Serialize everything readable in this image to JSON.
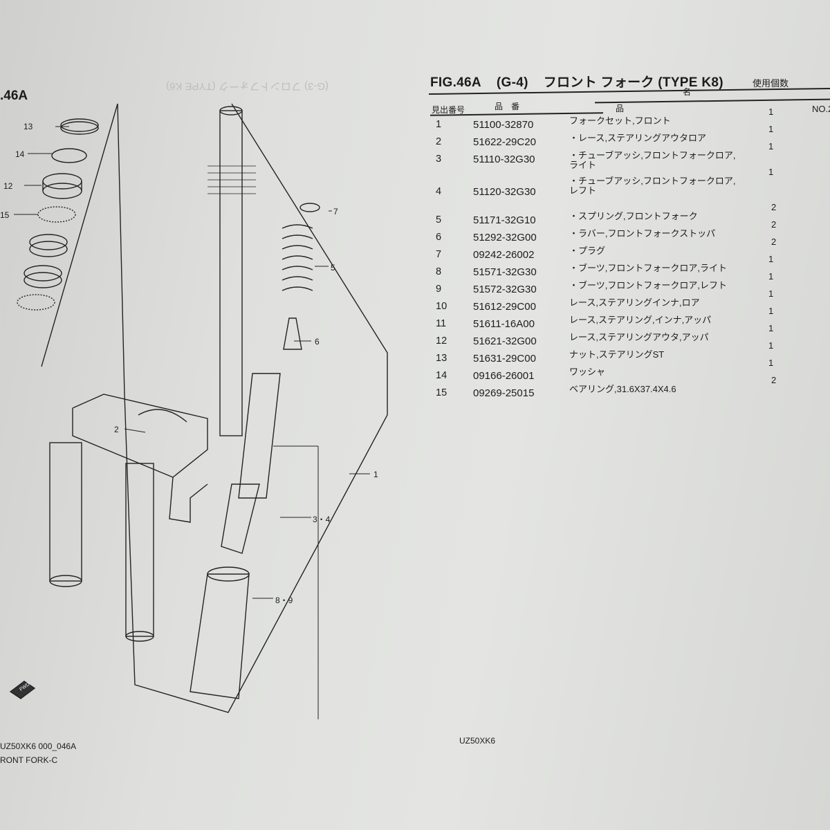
{
  "header": {
    "fig": "FIG.46A",
    "group": "(G-4)",
    "title": "フロント フォーク (TYPE K8)",
    "qty_header": "使用個数",
    "col_ref": "見出番号",
    "col_part_no": "品　番",
    "col_name_1": "品",
    "col_name_2": "名",
    "model_no": "NO.2"
  },
  "parts": [
    {
      "ref": "1",
      "part_no": "51100-32870",
      "name": "フォークセット,フロント",
      "qty": "1"
    },
    {
      "ref": "2",
      "part_no": "51622-29C20",
      "name": "・レース,ステアリングアウタロア",
      "qty": "1"
    },
    {
      "ref": "3",
      "part_no": "51110-32G30",
      "name": "・チューブアッシ,フロントフォークロア,ライト",
      "qty": "1"
    },
    {
      "ref": "4",
      "part_no": "51120-32G30",
      "name": "・チューブアッシ,フロントフォークロア,レフト",
      "qty": "1"
    },
    {
      "ref": "5",
      "part_no": "51171-32G10",
      "name": "・スプリング,フロントフォーク",
      "qty": "2"
    },
    {
      "ref": "6",
      "part_no": "51292-32G00",
      "name": "・ラバー,フロントフォークストッパ",
      "qty": "2"
    },
    {
      "ref": "7",
      "part_no": "09242-26002",
      "name": "・プラグ",
      "qty": "2"
    },
    {
      "ref": "8",
      "part_no": "51571-32G30",
      "name": "・ブーツ,フロントフォークロア,ライト",
      "qty": "1"
    },
    {
      "ref": "9",
      "part_no": "51572-32G30",
      "name": "・ブーツ,フロントフォークロア,レフト",
      "qty": "1"
    },
    {
      "ref": "10",
      "part_no": "51612-29C00",
      "name": "レース,ステアリングインナ,ロア",
      "qty": "1"
    },
    {
      "ref": "11",
      "part_no": "51611-16A00",
      "name": "レース,ステアリング,インナ,アッパ",
      "qty": "1"
    },
    {
      "ref": "12",
      "part_no": "51621-32G00",
      "name": "レース,ステアリングアウタ,アッパ",
      "qty": "1"
    },
    {
      "ref": "13",
      "part_no": "51631-29C00",
      "name": "ナット,ステアリングST",
      "qty": "1"
    },
    {
      "ref": "14",
      "part_no": "09166-26001",
      "name": "ワッシャ",
      "qty": "1"
    },
    {
      "ref": "15",
      "part_no": "09269-25015",
      "name": "ベアリング,31.6X37.4X4.6",
      "qty": "2"
    }
  ],
  "diagram": {
    "fig_label": ".46A",
    "callouts": {
      "c13": "13",
      "c14": "14",
      "c12": "12",
      "c15": "15",
      "c7": "7",
      "c5": "5",
      "c6": "6",
      "c2": "2",
      "c1": "1",
      "c34": "3・4",
      "c89": "8・9"
    },
    "fwd": "FWD",
    "code": "UZ50XK6 000_046A",
    "caption": "RONT FORK-C"
  },
  "footer": {
    "model": "UZ50XK6"
  }
}
